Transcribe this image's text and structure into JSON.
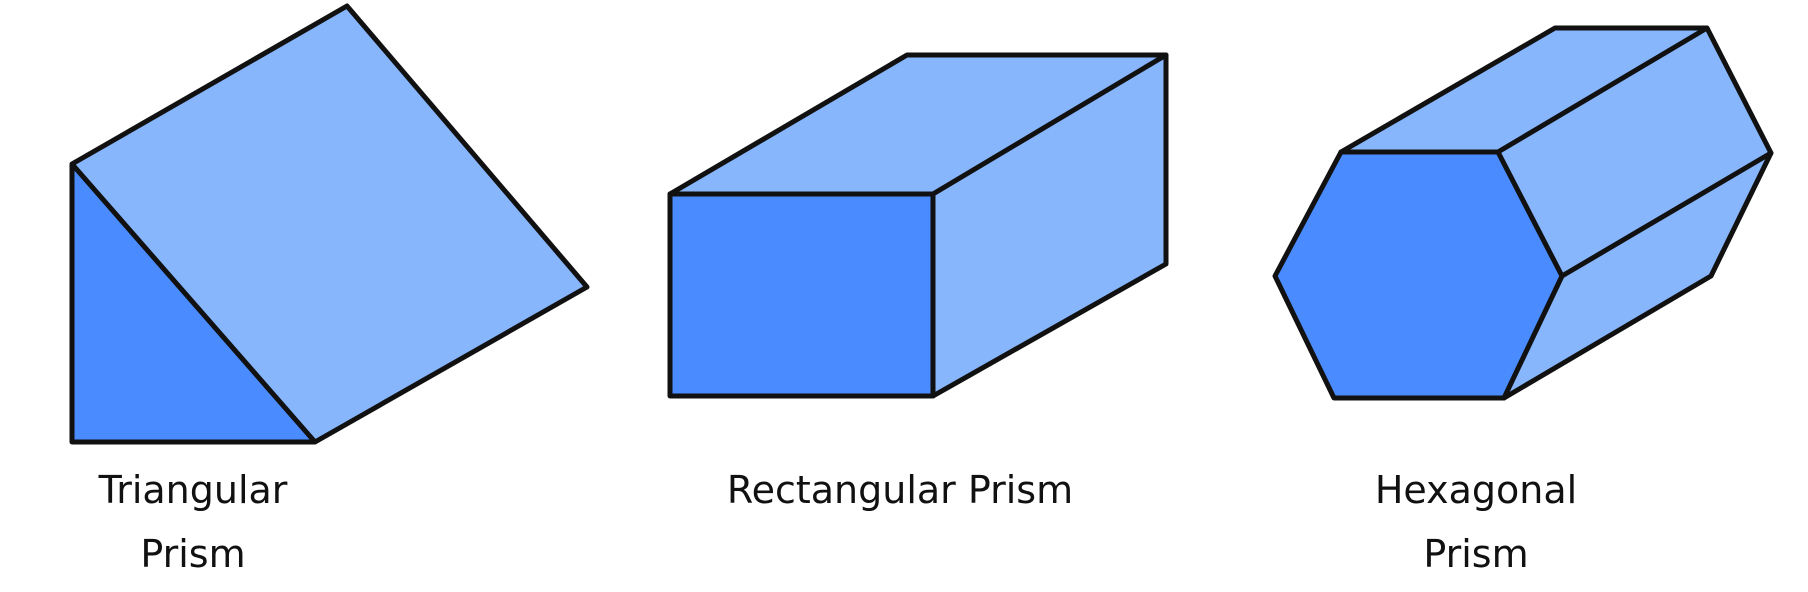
{
  "colors": {
    "face_front": "#4a8cff",
    "face_side": "#88b6fc",
    "outline": "#111111",
    "background": "#ffffff"
  },
  "shapes": [
    {
      "id": "triangular",
      "label_lines": [
        "Triangular",
        "Prism"
      ]
    },
    {
      "id": "rectangular",
      "label_lines": [
        "Rectangular Prism"
      ]
    },
    {
      "id": "hexagonal",
      "label_lines": [
        "Hexagonal",
        "Prism"
      ]
    }
  ]
}
